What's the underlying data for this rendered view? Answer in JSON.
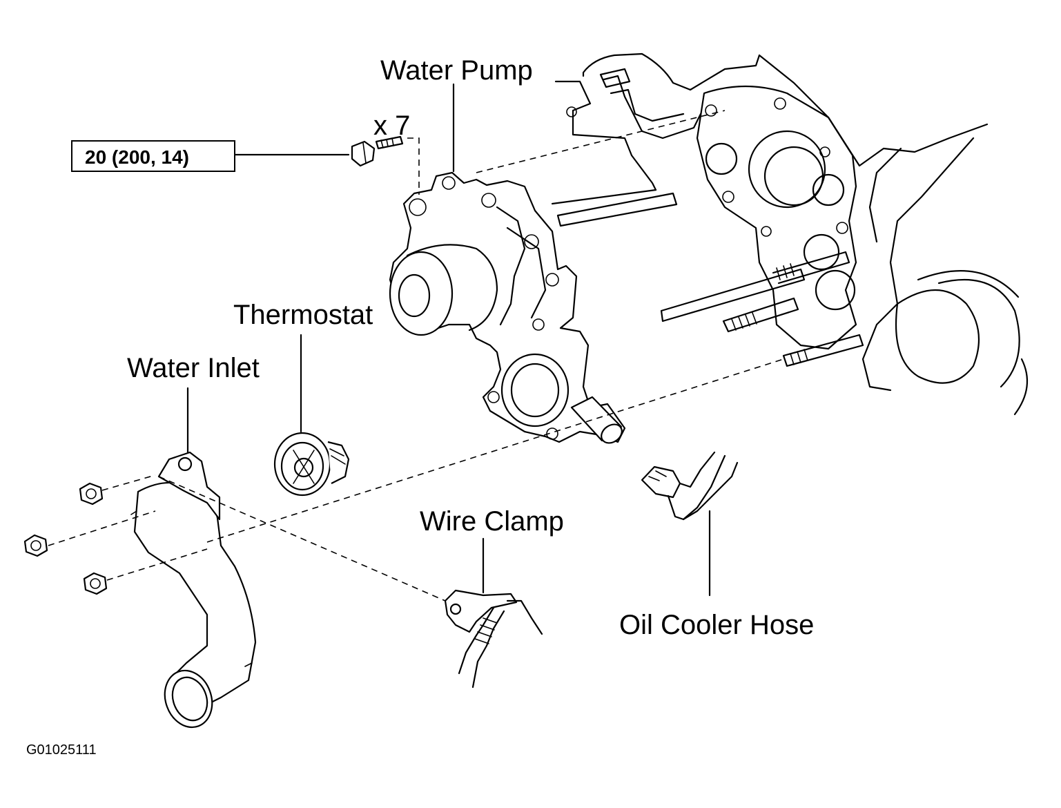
{
  "labels": {
    "water_pump": "Water Pump",
    "quantity": "x 7",
    "torque": "20 (200, 14)",
    "thermostat": "Thermostat",
    "water_inlet": "Water Inlet",
    "wire_clamp": "Wire Clamp",
    "oil_cooler_hose": "Oil Cooler Hose"
  },
  "figure_code": "G01025111"
}
